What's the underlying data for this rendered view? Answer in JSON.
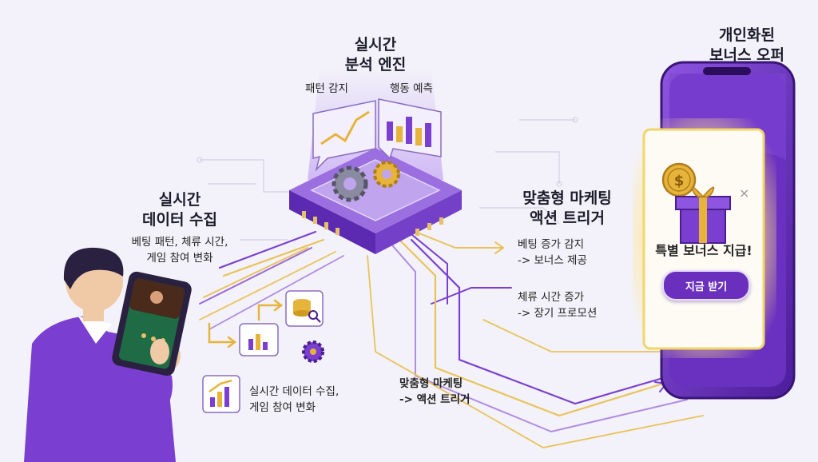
{
  "engine": {
    "title_line1": "실시간",
    "title_line2": "분석 엔진",
    "pattern_label": "패턴 감지",
    "behavior_label": "행동 예측"
  },
  "data_collection": {
    "title_line1": "실시간",
    "title_line2": "데이터 수집",
    "desc_line1": "베팅 패턴, 체류 시간,",
    "desc_line2": "게임 참여 변화"
  },
  "marketing_trigger": {
    "title_line1": "맞춤형 마케팅",
    "title_line2": "액션 트리거",
    "rule1_line1": "베팅 증가 감지",
    "rule1_line2": "-> 보너스 제공",
    "rule2_line1": "체류 시간 증가",
    "rule2_line2": "-> 장기 프로모션"
  },
  "bottom_collection": {
    "line1": "실시간 데이터 수집,",
    "line2": "게임 참여 변화"
  },
  "bottom_marketing": {
    "line1": "맞춤형 마케팅",
    "line2": "-> 액션 트리거"
  },
  "offer": {
    "heading_line1": "개인화된",
    "heading_line2": "보너스 오퍼",
    "popup_title": "특별 보너스 지급!",
    "button_label": "지금 받기",
    "close_glyph": "×"
  },
  "colors": {
    "purple": "#7a3fd0",
    "dark_purple": "#4a1e8c",
    "gold": "#e6b43a",
    "line_gold": "#e9c35a",
    "background": "#f3f2fa"
  }
}
